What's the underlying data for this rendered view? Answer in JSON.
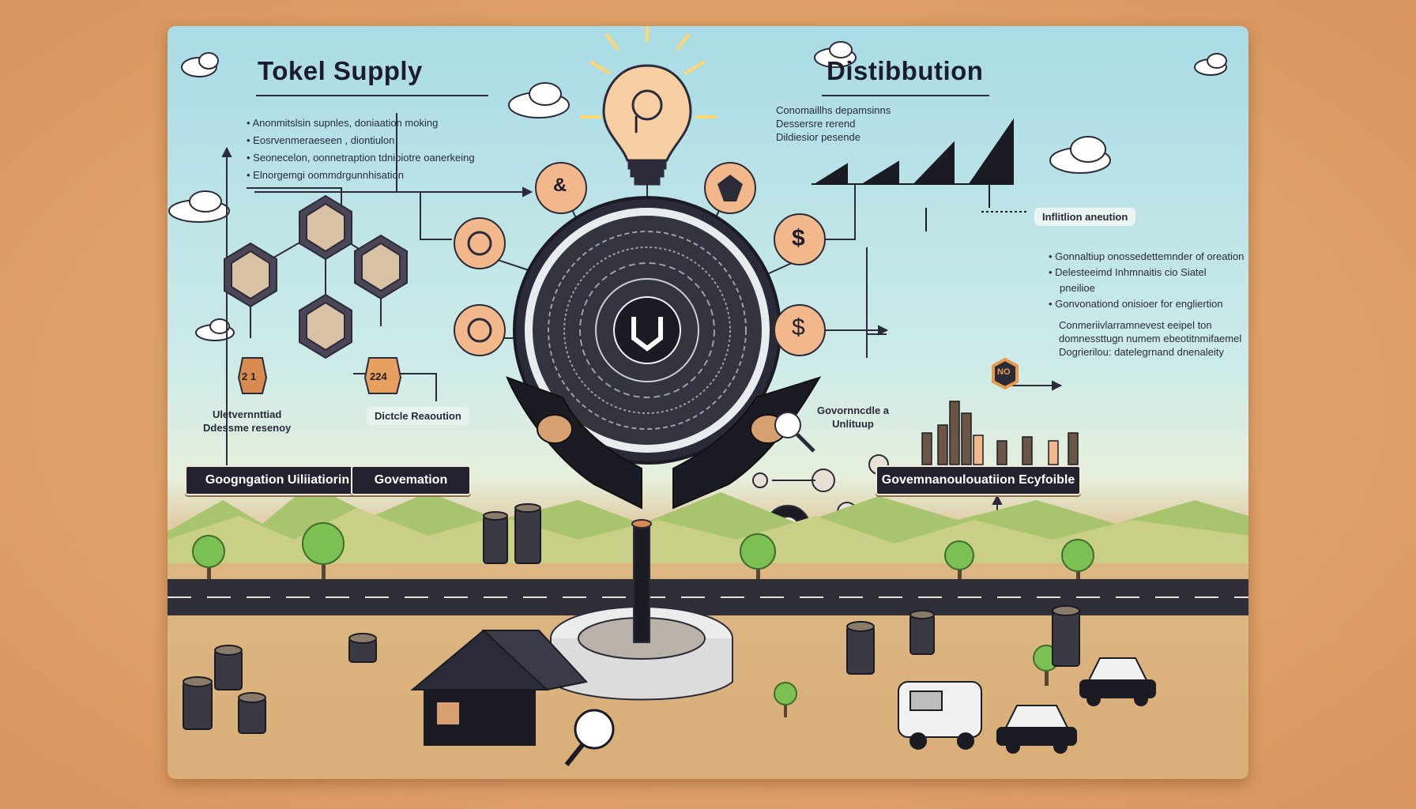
{
  "left": {
    "title": "Tokel Supply",
    "bullets": [
      "Anonmitslsin supnles, doniaation moking",
      "Eosrvenmeraeseen , diontiulon",
      "Seonecelon, oonnetraption tdnipiotre oanerkeing",
      "Elnorgemgi oommdrgunnhisation"
    ],
    "hex_labels": [
      "2 1",
      "224"
    ],
    "label_block": [
      "Uletvernnttiad",
      "Ddessme resenoy"
    ],
    "pill": "Dictcle Reaoution",
    "banner_a": "Googngation Uiliiatiorin",
    "banner_b": "Govemation"
  },
  "right": {
    "title": "Distibbution",
    "top_lines": [
      "Conomaillhs depamsinns",
      "Dessersre rerend",
      "Dildiesior pesende"
    ],
    "pill": "Inflitlion aneution",
    "bullets": [
      "Gonnaltiup onossedettemnder of oreation",
      "Delesteeimd Inhmnaitis cio Siatel",
      "Gonvonationd onisioer for engliertion"
    ],
    "bullet_extra": "pneilioe",
    "lines": [
      "Conmeriivlarramnevest eeipel ton",
      "domnessttugn numem ebeotitnmifaemel",
      "Dogrierilou:  datelegrnand dnenaleity"
    ],
    "gov_label": [
      "Govornncdle a",
      "Unlituup"
    ],
    "hex_badge": "NO",
    "banner": "Govemnanoulouatiion Ecyfoible"
  },
  "center": {
    "logo": "U",
    "bulb_symbol": "|",
    "icon_left_top": "&",
    "icon_right_mid": "$",
    "icon_right_low": "$"
  },
  "colors": {
    "accent": "#f2b88c",
    "dark": "#23232f",
    "sky": "#a9dbe6",
    "ground": "#d9ae78"
  },
  "icons": [
    "lightbulb-icon",
    "hexagon-node-icon",
    "coin-stack-icon",
    "gear-icon",
    "magnifier-icon",
    "house-icon",
    "van-icon",
    "car-icon",
    "tree-icon",
    "cloud-icon"
  ]
}
